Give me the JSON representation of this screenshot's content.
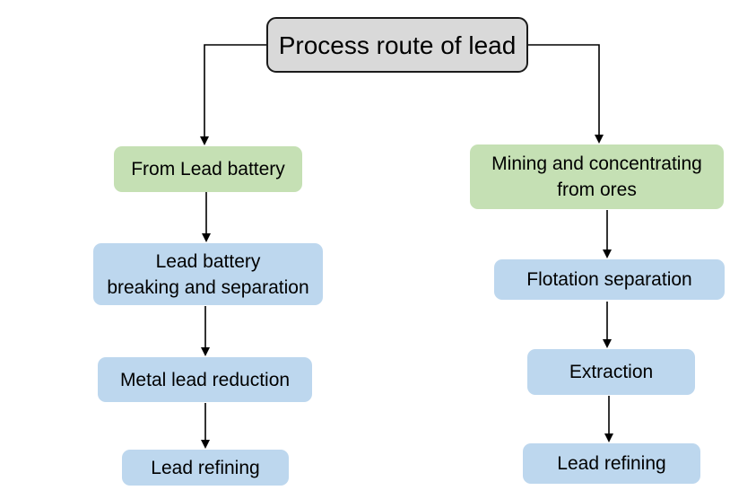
{
  "root": {
    "label": "Process route of lead"
  },
  "left_branch": {
    "steps": [
      "From Lead battery",
      "Lead battery\nbreaking and separation",
      "Metal lead reduction",
      "Lead refining"
    ]
  },
  "right_branch": {
    "steps": [
      "Mining and concentrating\nfrom ores",
      "Flotation separation",
      "Extraction",
      "Lead refining"
    ]
  },
  "colors": {
    "root_fill": "#d9d9d9",
    "source_fill": "#c5e0b4",
    "step_fill": "#bdd7ee",
    "connector": "#000000"
  }
}
